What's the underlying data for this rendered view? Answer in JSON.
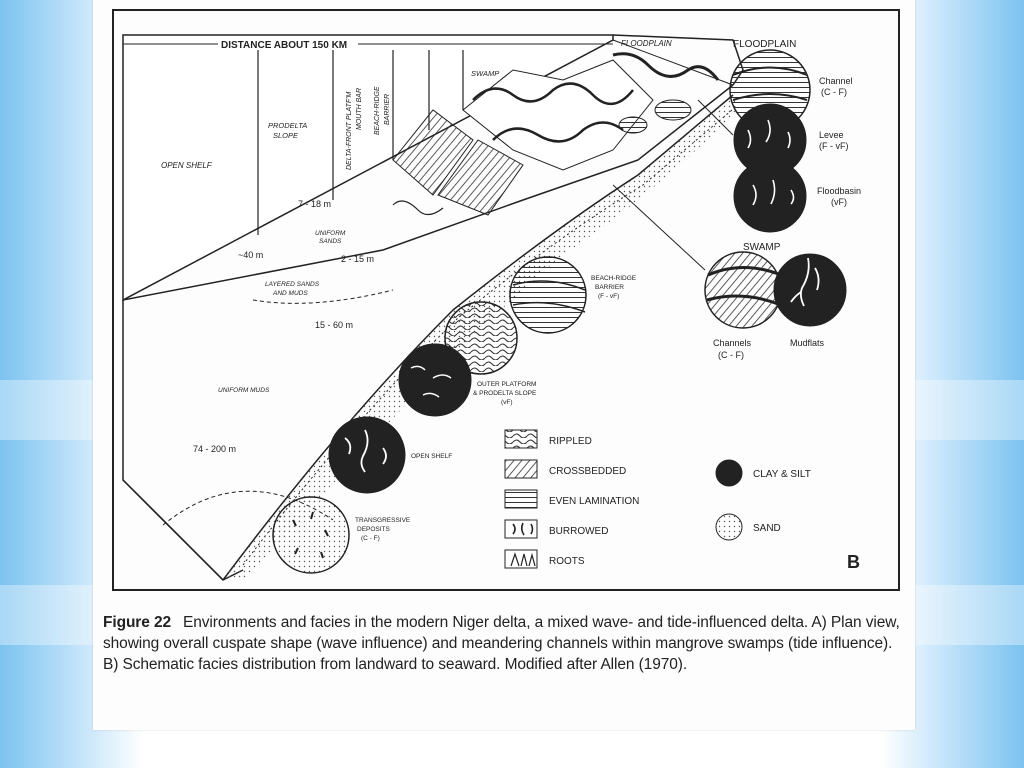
{
  "diagram": {
    "distance_label": "DISTANCE ABOUT 150 KM",
    "zones": {
      "open_shelf": "OPEN SHELF",
      "prodelta_slope": [
        "PRODELTA",
        "SLOPE"
      ],
      "delta_front": [
        "DELTA-FRONT PLATF'M",
        "MOUTH BAR"
      ],
      "beach_ridge": [
        "BEACH-RIDGE",
        "BARRIER"
      ],
      "swamp": "SWAMP",
      "floodplain": "FLOODPLAIN"
    },
    "depths": {
      "d1": "7 - 18 m",
      "d2": "~40 m",
      "d3": "2 - 15 m",
      "d4": "15 - 60 m",
      "d5": "74 - 200 m"
    },
    "deposit_labels": {
      "uniform_sands": [
        "UNIFORM",
        "SANDS"
      ],
      "layered": [
        "LAYERED SANDS",
        "AND MUDS"
      ],
      "uniform_muds": "UNIFORM MUDS"
    },
    "facies": {
      "floodplain_title": "FLOODPLAIN",
      "channel": "Channel",
      "channel_grain": "(C - F)",
      "levee": "Levee",
      "levee_grain": "(F - vF)",
      "floodbasin": "Floodbasin",
      "floodbasin_grain": "(vF)",
      "swamp_title": "SWAMP",
      "channels": "Channels",
      "channels_grain": "(C - F)",
      "mudflats": "Mudflats",
      "beach_ridge": [
        "BEACH-RIDGE",
        "BARRIER",
        "(F - vF)"
      ],
      "outer_platform": [
        "OUTER PLATFORM",
        "& PRODELTA SLOPE",
        "(vF)"
      ],
      "open_shelf": "OPEN SHELF",
      "transgressive": [
        "TRANSGRESSIVE",
        "DEPOSITS",
        "(C - F)"
      ]
    },
    "legend": {
      "rippled": "RIPPLED",
      "crossbedded": "CROSSBEDDED",
      "even_lamination": "EVEN LAMINATION",
      "burrowed": "BURROWED",
      "roots": "ROOTS",
      "clay_silt": "CLAY & SILT",
      "sand": "SAND"
    },
    "panel_letter": "B"
  },
  "caption": {
    "figure_label": "Figure 22",
    "text": "Environments and facies in the modern Niger delta, a mixed wave- and tide-influenced delta. A) Plan view, showing overall cuspate shape (wave influence) and meandering channels within mangrove swamps (tide influence). B) Schematic facies distribution from landward to seaward. Modified after Allen (1970)."
  }
}
